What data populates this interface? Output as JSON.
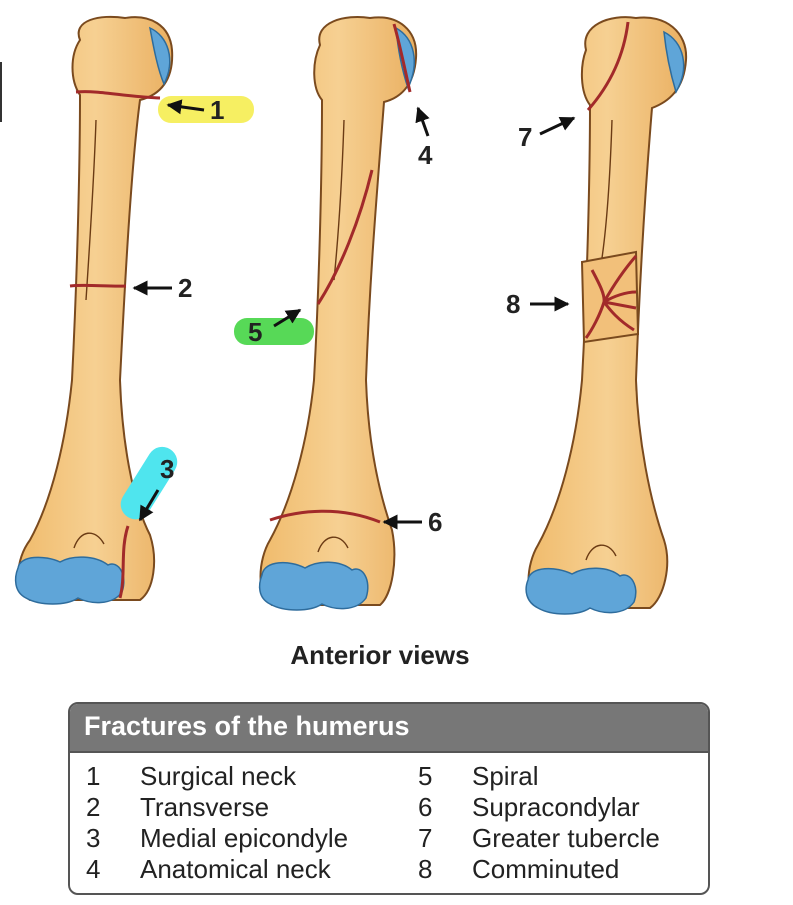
{
  "caption": "Anterior views",
  "markers": {
    "m1": "1",
    "m2": "2",
    "m3": "3",
    "m4": "4",
    "m5": "5",
    "m6": "6",
    "m7": "7",
    "m8": "8"
  },
  "legend": {
    "title": "Fractures of the humerus",
    "items": [
      {
        "num": "1",
        "label": "Surgical neck"
      },
      {
        "num": "2",
        "label": "Transverse"
      },
      {
        "num": "3",
        "label": "Medial epicondyle"
      },
      {
        "num": "4",
        "label": "Anatomical neck"
      },
      {
        "num": "5",
        "label": "Spiral"
      },
      {
        "num": "6",
        "label": "Supracondylar"
      },
      {
        "num": "7",
        "label": "Greater tubercle"
      },
      {
        "num": "8",
        "label": "Comminuted"
      }
    ]
  },
  "colors": {
    "bone": "#f3c57f",
    "bone_outline": "#7a4a1e",
    "cartilage": "#5fa5d8",
    "fracture": "#a22a2a",
    "highlight_yellow": "#f6ef62",
    "highlight_green": "#57d957",
    "highlight_cyan": "#4fe5ee"
  }
}
